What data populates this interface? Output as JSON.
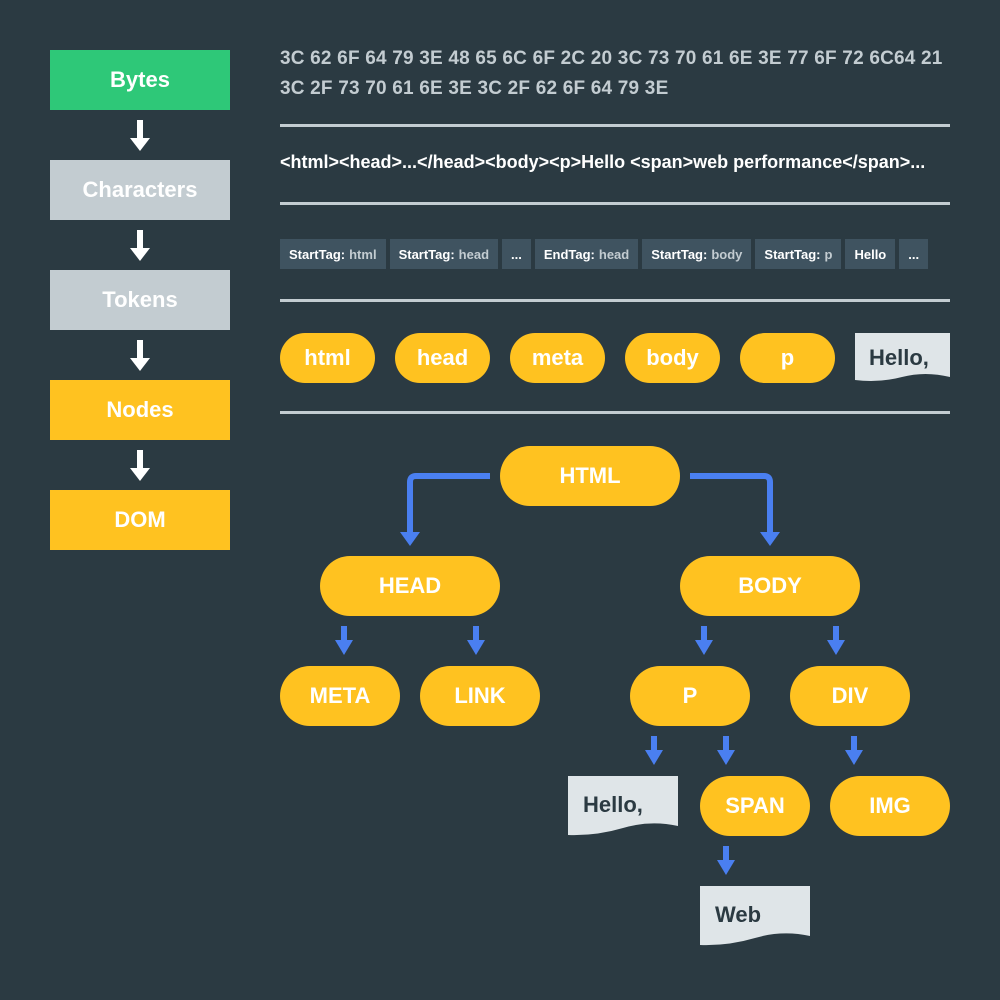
{
  "pipeline": {
    "stages": [
      {
        "label": "Bytes",
        "color": "#2ec878"
      },
      {
        "label": "Characters",
        "color": "#c3ccd1"
      },
      {
        "label": "Tokens",
        "color": "#c3ccd1"
      },
      {
        "label": "Nodes",
        "color": "#ffc220"
      },
      {
        "label": "DOM",
        "color": "#ffc220"
      }
    ]
  },
  "bytes": {
    "line1": "3C 62 6F 64 79 3E 48 65 6C 6F 2C 20 3C 73 70 61 6E 3E 77 6F 72 6C64 21",
    "line2": "3C 2F 73 70 61 6E 3E 3C 2F 62 6F 64 79 3E"
  },
  "characters": {
    "text": "<html><head>...</head><body><p>Hello <span>web performance</span>..."
  },
  "tokens": [
    {
      "kind": "StartTag:",
      "value": "html"
    },
    {
      "kind": "StartTag:",
      "value": "head"
    },
    {
      "kind": "...",
      "value": ""
    },
    {
      "kind": "EndTag:",
      "value": "head"
    },
    {
      "kind": "StartTag:",
      "value": "body"
    },
    {
      "kind": "StartTag:",
      "value": "p"
    },
    {
      "kind": "Hello",
      "value": ""
    },
    {
      "kind": "...",
      "value": ""
    }
  ],
  "nodes": {
    "items": [
      "html",
      "head",
      "meta",
      "body",
      "p"
    ],
    "text": "Hello,"
  },
  "dom": {
    "html": "HTML",
    "head": "HEAD",
    "body": "BODY",
    "meta": "META",
    "link": "LINK",
    "p": "P",
    "div": "DIV",
    "hello": "Hello,",
    "span": "SPAN",
    "img": "IMG",
    "web": "Web"
  },
  "colors": {
    "background": "#2b3a42",
    "node": "#ffc220",
    "connector": "#4a7ff0",
    "text_node": "#dfe5e8",
    "token_bg": "#3f5360"
  }
}
